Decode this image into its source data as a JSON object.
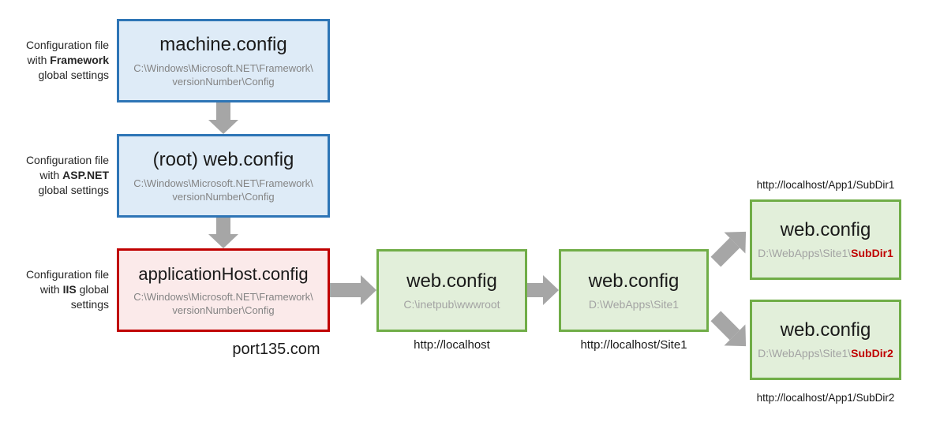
{
  "colors": {
    "blue_border": "#2E75B6",
    "blue_fill": "#DEEBF7",
    "red_border": "#C00000",
    "red_fill": "#FBEAEA",
    "green_border": "#70AD47",
    "green_fill": "#E2EFDA",
    "arrow_gray": "#A6A6A6",
    "path_gray": "#848484",
    "path_gray_light": "#A3A3A3",
    "highlight_red": "#C00000"
  },
  "side_labels": [
    {
      "line1": "Configuration file",
      "line2_pre": "with ",
      "line2_bold": "Framework",
      "line2_post": "",
      "line3": "global settings"
    },
    {
      "line1": "Configuration file",
      "line2_pre": "with ",
      "line2_bold": "ASP.NET",
      "line2_post": "",
      "line3": "global settings"
    },
    {
      "line1": "Configuration file",
      "line2_pre": "with ",
      "line2_bold": "IIS",
      "line2_post": " global",
      "line3": "settings"
    }
  ],
  "boxes": {
    "machine": {
      "title": "machine.config",
      "path1": "C:\\Windows\\Microsoft.NET\\Framework\\",
      "path2": "versionNumber\\Config"
    },
    "root_web": {
      "title": "(root) web.config",
      "path1": "C:\\Windows\\Microsoft.NET\\Framework\\",
      "path2": "versionNumber\\Config"
    },
    "apphost": {
      "title": "applicationHost.config",
      "path1": "C:\\Windows\\Microsoft.NET\\Framework\\",
      "path2": "versionNumber\\Config"
    },
    "wwwroot": {
      "title": "web.config",
      "path": "C:\\inetpub\\wwwroot",
      "caption": "http://localhost"
    },
    "site1": {
      "title": "web.config",
      "path": "D:\\WebApps\\Site1",
      "caption": "http://localhost/Site1"
    },
    "subdir1": {
      "title": "web.config",
      "path_pre": "D:\\WebApps\\Site1\\",
      "path_bold": "SubDir1",
      "caption": "http://localhost/App1/SubDir1"
    },
    "subdir2": {
      "title": "web.config",
      "path_pre": "D:\\WebApps\\Site1\\",
      "path_bold": "SubDir2",
      "caption": "http://localhost/App1/SubDir2"
    }
  },
  "watermark": "port135.com"
}
